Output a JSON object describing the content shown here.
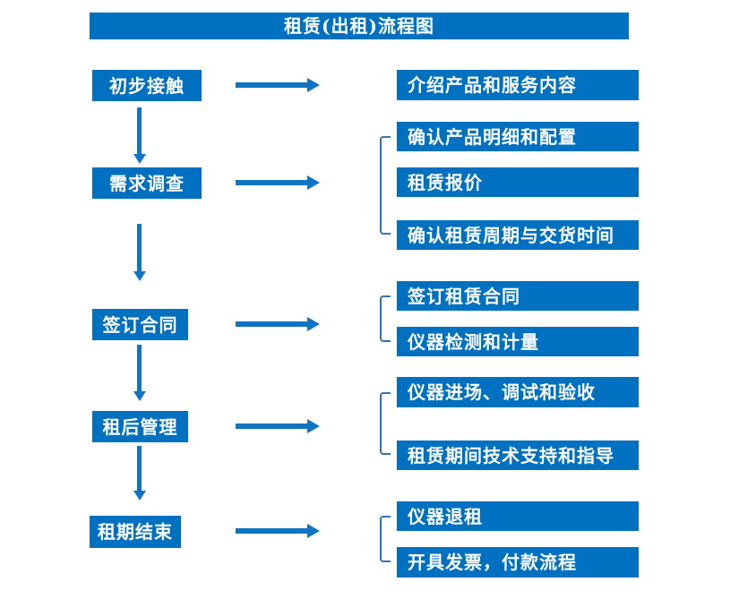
{
  "title": "租赁(出租)流程图",
  "colors": {
    "box_blue": "#0070c0",
    "arrow_blue": "#0f74c2",
    "bracket_blue": "#2e75b6",
    "text_white": "#ffffff",
    "page_bg": "#ffffff"
  },
  "stages": [
    {
      "label": "初步接触",
      "details": [
        "介绍产品和服务内容"
      ]
    },
    {
      "label": "需求调查",
      "details": [
        "确认产品明细和配置",
        "租赁报价",
        "确认租赁周期与交货时间"
      ]
    },
    {
      "label": "签订合同",
      "details": [
        "签订租赁合同",
        "仪器检测和计量"
      ]
    },
    {
      "label": "租后管理",
      "details": [
        "仪器进场、调试和验收",
        "租赁期间技术支持和指导"
      ]
    },
    {
      "label": "租期结束",
      "details": [
        "仪器退租",
        "开具发票，付款流程"
      ]
    }
  ]
}
